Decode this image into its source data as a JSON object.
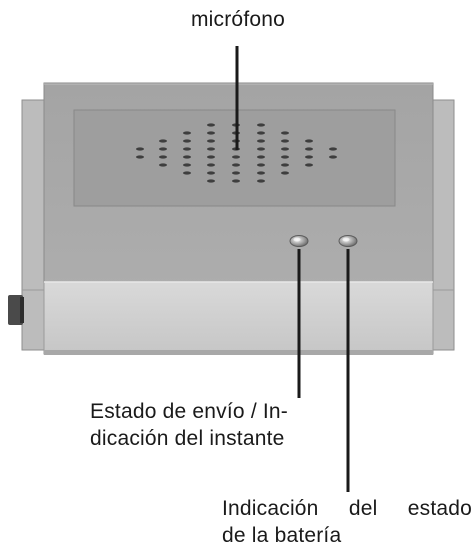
{
  "labels": {
    "microphone": "micrófono",
    "status_line1": "Estado de envío / In-",
    "status_line2": "dicación del instante",
    "battery_line1": "Indicación del estado",
    "battery_line2": "de la batería"
  },
  "colors": {
    "body_top": "#a9a9a9",
    "body_front": "#cfcfcf",
    "side_panel": "#bdbdbd",
    "grille": "#9d9d9d",
    "connector": "#4a4a4a",
    "leader_line": "#1a1a1a"
  },
  "icons": {
    "microphone_grille": "microphone-hole-grid",
    "led": "led-indicator"
  }
}
